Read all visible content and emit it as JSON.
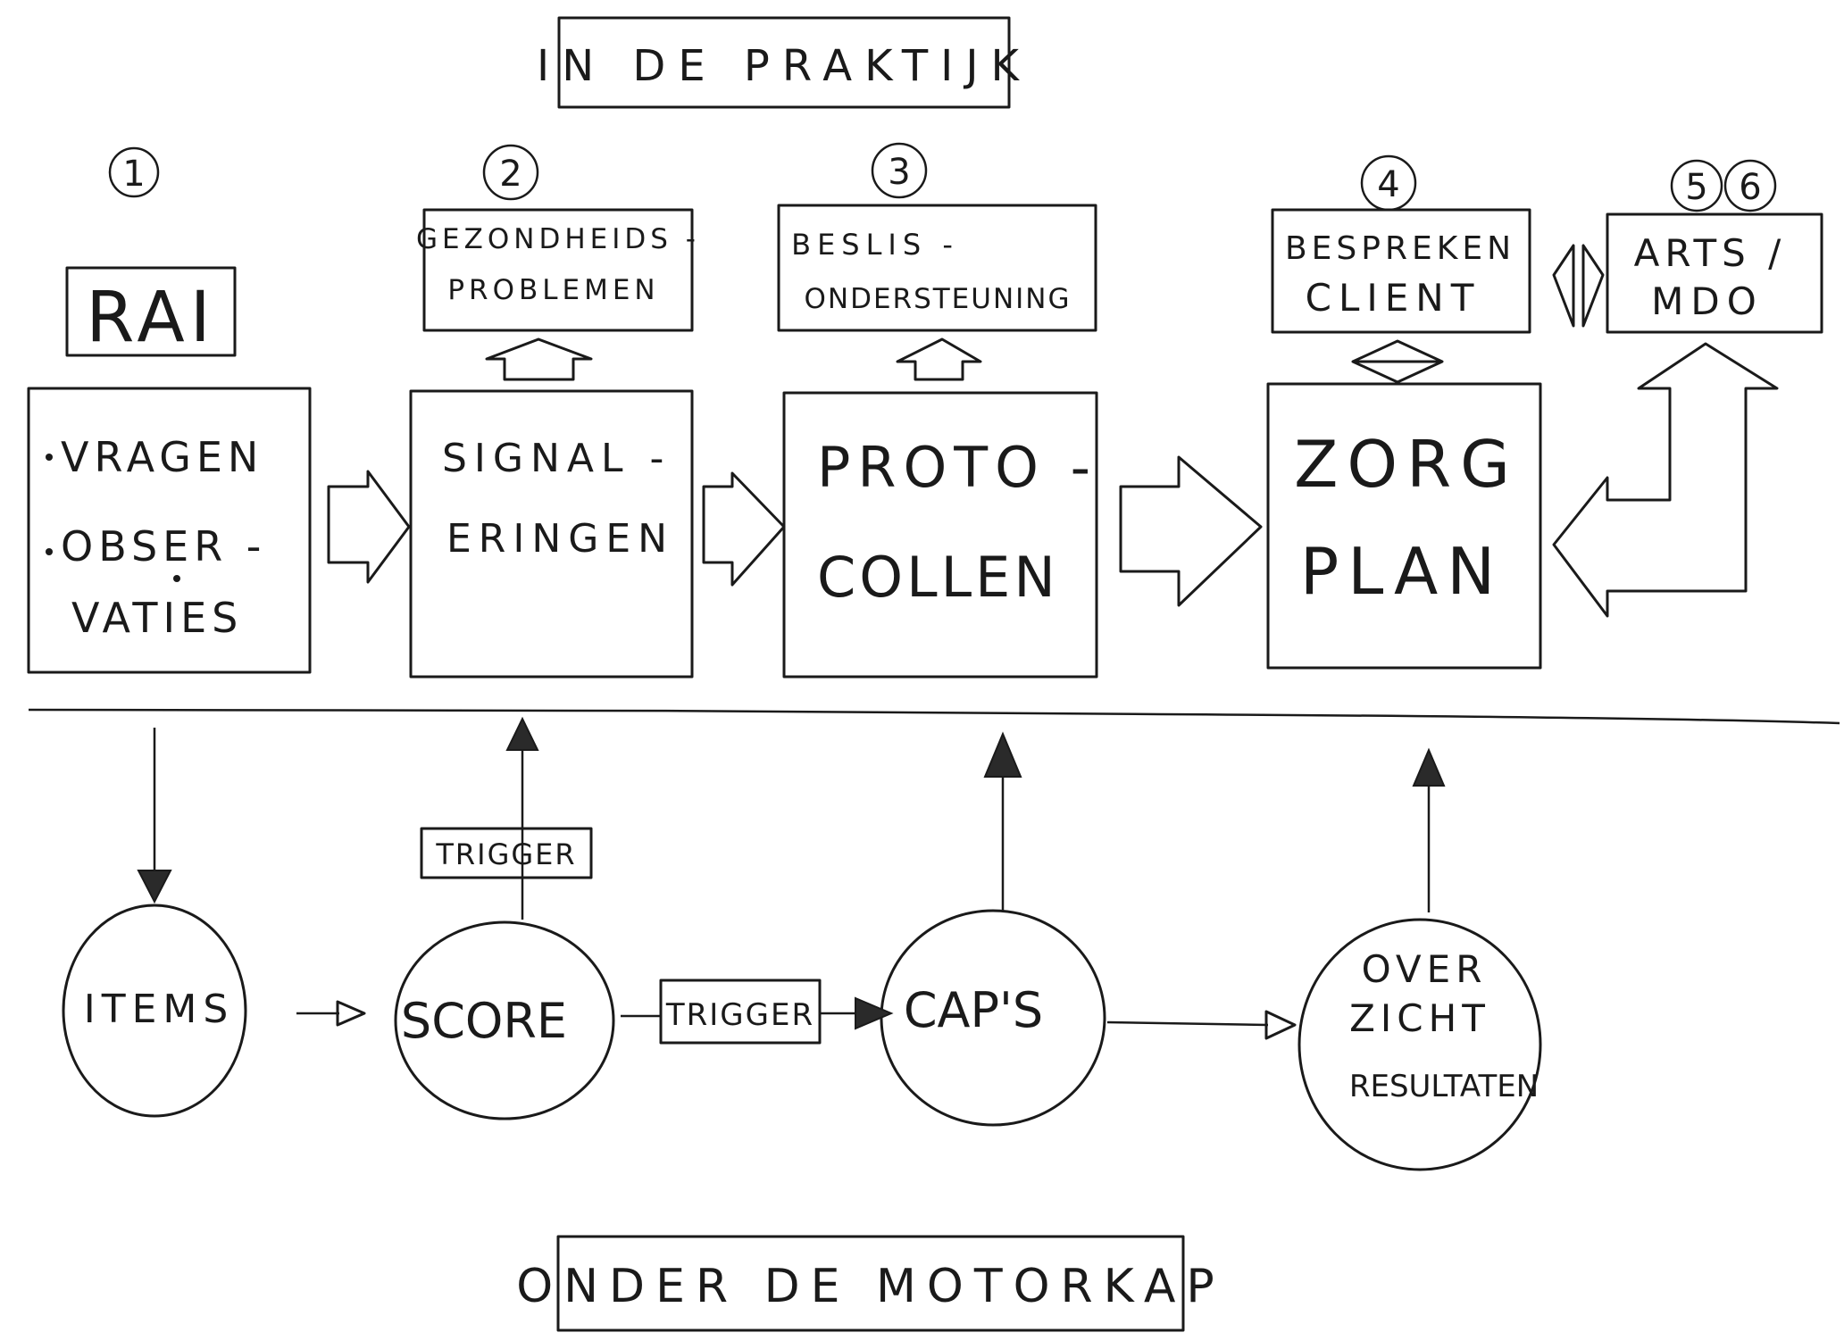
{
  "sections": {
    "top_title": "IN DE PRAKTIJK",
    "bottom_title": "ONDER DE MOTORKAP"
  },
  "steps": [
    {
      "number": "1"
    },
    {
      "number": "2"
    },
    {
      "number": "3"
    },
    {
      "number": "4"
    },
    {
      "number": "5"
    },
    {
      "number": "6"
    }
  ],
  "rai_label": "RAI",
  "main_boxes": {
    "rai_box": {
      "bullets": [
        "VRAGEN",
        "OBSER -",
        "VATIES"
      ]
    },
    "signaleringen": {
      "line1": "SIGNAL -",
      "line2": "ERINGEN"
    },
    "protocollen": {
      "line1": "PROTO -",
      "line2": "COLLEN"
    },
    "zorgplan": {
      "line1": "ZORG",
      "line2": "PLAN"
    }
  },
  "top_boxes": {
    "gezondheidsproblemen": {
      "line1": "GEZONDHEIDS -",
      "line2": "PROBLEMEN"
    },
    "beslisondersteuning": {
      "line1": "BESLIS -",
      "line2": "ONDERSTEUNING"
    },
    "bespreken_client": {
      "line1": "BESPREKEN",
      "line2": "CLIENT"
    },
    "arts_mdo": {
      "line1": "ARTS /",
      "line2": "MDO"
    }
  },
  "circles": {
    "items": "ITEMS",
    "score": "SCORE",
    "caps": "CAP'S",
    "overzicht": {
      "line1": "OVER",
      "line2": "ZICHT",
      "line3": "RESULTATEN"
    }
  },
  "trigger_labels": [
    "TRIGGER",
    "TRIGGER"
  ]
}
